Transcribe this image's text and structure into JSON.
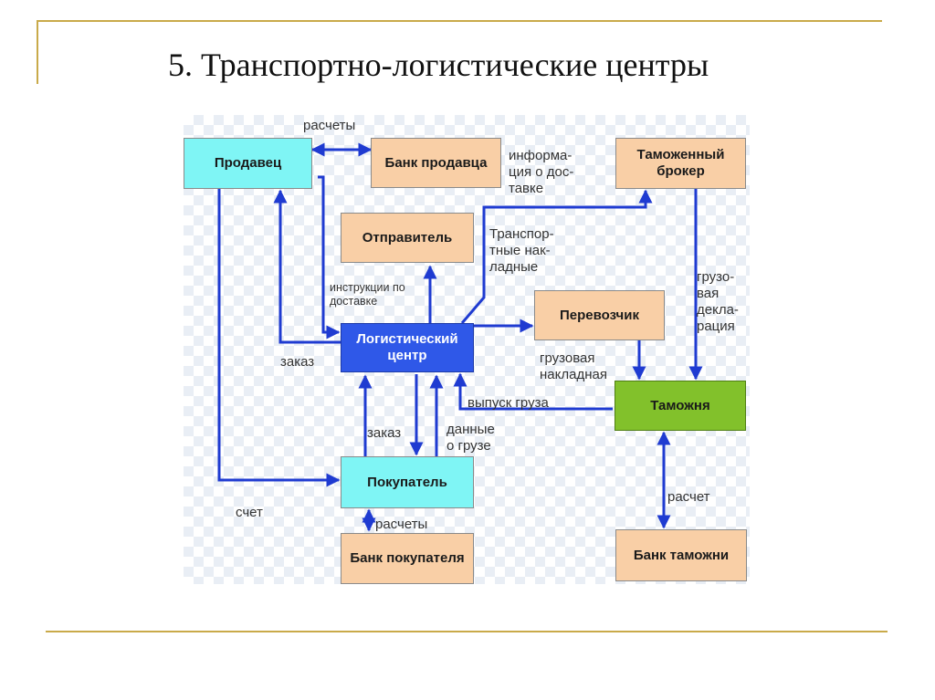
{
  "title": "5. Транспортно-логистические центры",
  "boxes": {
    "seller": "Продавец",
    "seller_bank": "Банк продавца",
    "customs_broker": "Таможенный брокер",
    "shipper": "Отправитель",
    "carrier": "Перевозчик",
    "logistics_center": "Логистический центр",
    "customs": "Таможня",
    "buyer": "Покупатель",
    "buyer_bank": "Банк покупателя",
    "customs_bank": "Банк таможни"
  },
  "labels": {
    "settlements_top": "расчеты",
    "delivery_info": "информа-\nция о дос-\nтавке",
    "transport_bills": "Транспор-\nтные нак-\nладные",
    "delivery_instructions": "инструкции по\nдоставке",
    "order_left": "заказ",
    "cargo_declaration": "грузо-\nвая\nдекла-\nрация",
    "cargo_waybill": "грузовая\nнакладная",
    "cargo_release": "выпуск груза",
    "order_bottom": "заказ",
    "cargo_data": "данные\nо грузе",
    "invoice": "счет",
    "settlements_bottom": "расчеты",
    "settlement_customs": "расчет"
  },
  "colors": {
    "arrow": "#1f3bd1",
    "frame": "#c9aa4a"
  }
}
